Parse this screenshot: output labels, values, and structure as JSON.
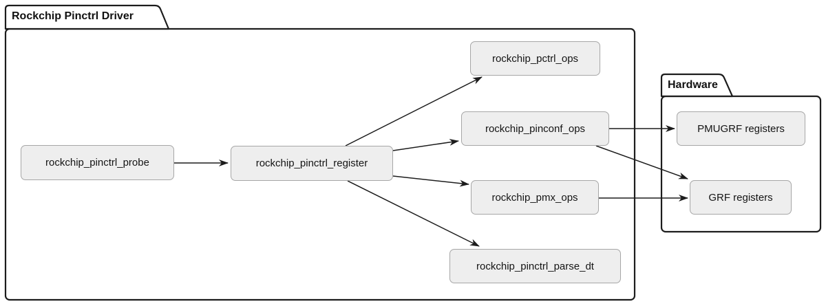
{
  "diagram": {
    "type": "component-diagram",
    "packages": [
      {
        "id": "rockchip_pinctrl_driver",
        "title": "Rockchip Pinctrl Driver"
      },
      {
        "id": "hardware",
        "title": "Hardware"
      }
    ],
    "nodes": {
      "probe": {
        "label": "rockchip_pinctrl_probe",
        "package": "rockchip_pinctrl_driver"
      },
      "register": {
        "label": "rockchip_pinctrl_register",
        "package": "rockchip_pinctrl_driver"
      },
      "pctrl": {
        "label": "rockchip_pctrl_ops",
        "package": "rockchip_pinctrl_driver"
      },
      "pinconf": {
        "label": "rockchip_pinconf_ops",
        "package": "rockchip_pinctrl_driver"
      },
      "pmx": {
        "label": "rockchip_pmx_ops",
        "package": "rockchip_pinctrl_driver"
      },
      "parsedt": {
        "label": "rockchip_pinctrl_parse_dt",
        "package": "rockchip_pinctrl_driver"
      },
      "pmugrf": {
        "label": "PMUGRF registers",
        "package": "hardware"
      },
      "grf": {
        "label": "GRF registers",
        "package": "hardware"
      }
    },
    "edges": [
      {
        "from": "rockchip_pinctrl_probe",
        "to": "rockchip_pinctrl_register"
      },
      {
        "from": "rockchip_pinctrl_register",
        "to": "rockchip_pctrl_ops"
      },
      {
        "from": "rockchip_pinctrl_register",
        "to": "rockchip_pinconf_ops"
      },
      {
        "from": "rockchip_pinctrl_register",
        "to": "rockchip_pmx_ops"
      },
      {
        "from": "rockchip_pinctrl_register",
        "to": "rockchip_pinctrl_parse_dt"
      },
      {
        "from": "rockchip_pinconf_ops",
        "to": "PMUGRF registers"
      },
      {
        "from": "rockchip_pinconf_ops",
        "to": "GRF registers"
      },
      {
        "from": "rockchip_pmx_ops",
        "to": "GRF registers"
      }
    ],
    "colors": {
      "background": "#ffffff",
      "node_fill": "#eeeeee",
      "node_border": "#a6a6a6",
      "package_border": "#1c1c1c",
      "arrow": "#1c1c1c",
      "text": "#111111"
    }
  }
}
